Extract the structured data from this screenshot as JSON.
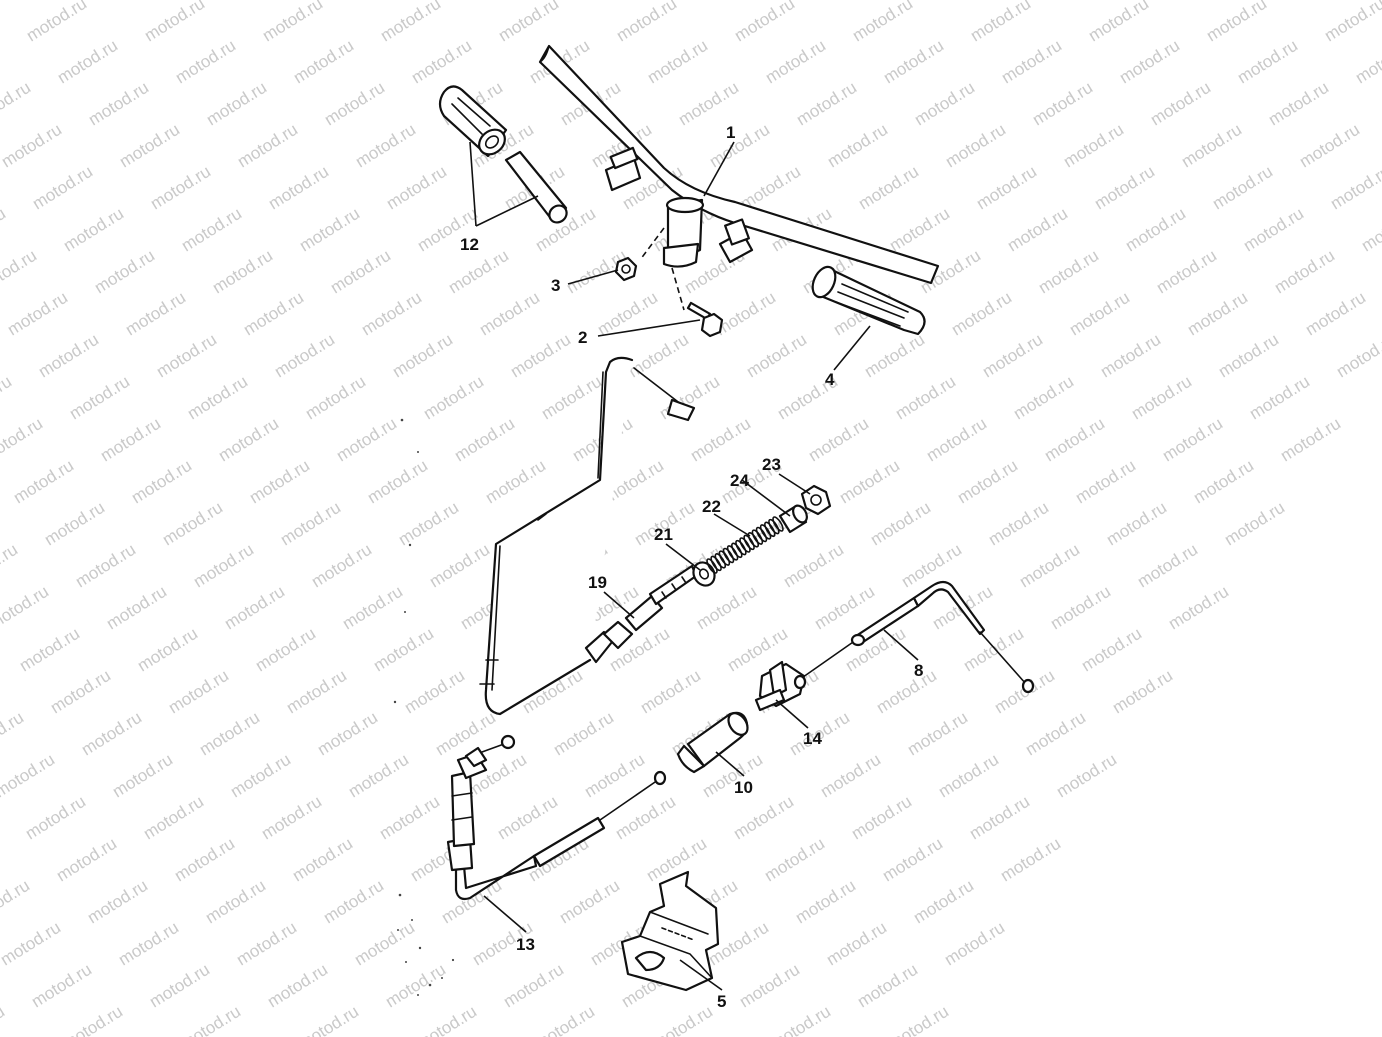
{
  "watermark": "motod.ru",
  "colors": {
    "ink": "#111111",
    "watermark": "#c9c9c9",
    "background": "#ffffff"
  },
  "callouts": [
    {
      "id": "p1",
      "label": "1"
    },
    {
      "id": "p2",
      "label": "2"
    },
    {
      "id": "p3",
      "label": "3"
    },
    {
      "id": "p4",
      "label": "4"
    },
    {
      "id": "p5",
      "label": "5"
    },
    {
      "id": "p8",
      "label": "8"
    },
    {
      "id": "p10",
      "label": "10"
    },
    {
      "id": "p12",
      "label": "12"
    },
    {
      "id": "p13",
      "label": "13"
    },
    {
      "id": "p14",
      "label": "14"
    },
    {
      "id": "p19",
      "label": "19"
    },
    {
      "id": "p21",
      "label": "21"
    },
    {
      "id": "p22",
      "label": "22"
    },
    {
      "id": "p23",
      "label": "23"
    },
    {
      "id": "p24",
      "label": "24"
    }
  ]
}
